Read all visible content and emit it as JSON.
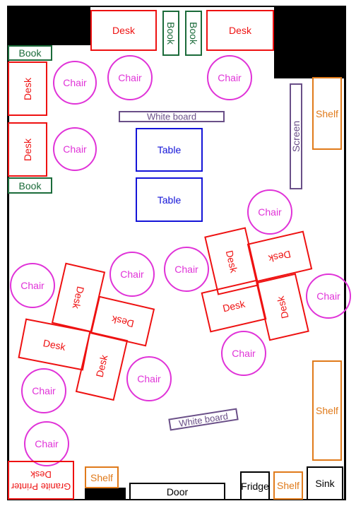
{
  "desks": {
    "top_left": "Desk",
    "top_right": "Desk",
    "left_upper": "Desk",
    "left_lower": "Desk",
    "cluster_a_1": "Desk",
    "cluster_a_2": "Desk",
    "cluster_a_3": "Desk",
    "cluster_a_4": "Desk",
    "cluster_b_1": "Desk",
    "cluster_b_2": "Desk",
    "cluster_b_3": "Desk",
    "cluster_b_4": "Desk",
    "printer_desk_line1": "Granite Printer",
    "printer_desk_line2": "Desk"
  },
  "chairs": {
    "label": "Chair"
  },
  "books": {
    "label": "Book"
  },
  "shelves": {
    "label": "Shelf"
  },
  "tables": {
    "upper": "Table",
    "lower": "Table"
  },
  "whiteboards": {
    "top": "White board",
    "bottom": "White board"
  },
  "screen": "Screen",
  "door": "Door",
  "fridge": "Fridge",
  "sink": "Sink"
}
